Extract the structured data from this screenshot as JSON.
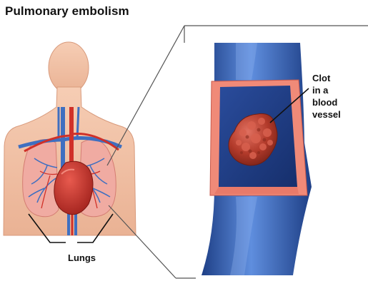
{
  "title": "Pulmonary embolism",
  "labels": {
    "lungs": "Lungs",
    "clot_lines": [
      "Clot",
      "in a",
      "blood",
      "vessel"
    ]
  },
  "colors": {
    "skin": "#f2c2a6",
    "lung": "#f0a8a0",
    "vein": "#3f6fc0",
    "artery": "#d03028",
    "vessel_outer": "#2e5aa8",
    "vessel_wall": "#f08a78",
    "vessel_lumen": "#1f3f88",
    "clot": "#b8402e"
  }
}
